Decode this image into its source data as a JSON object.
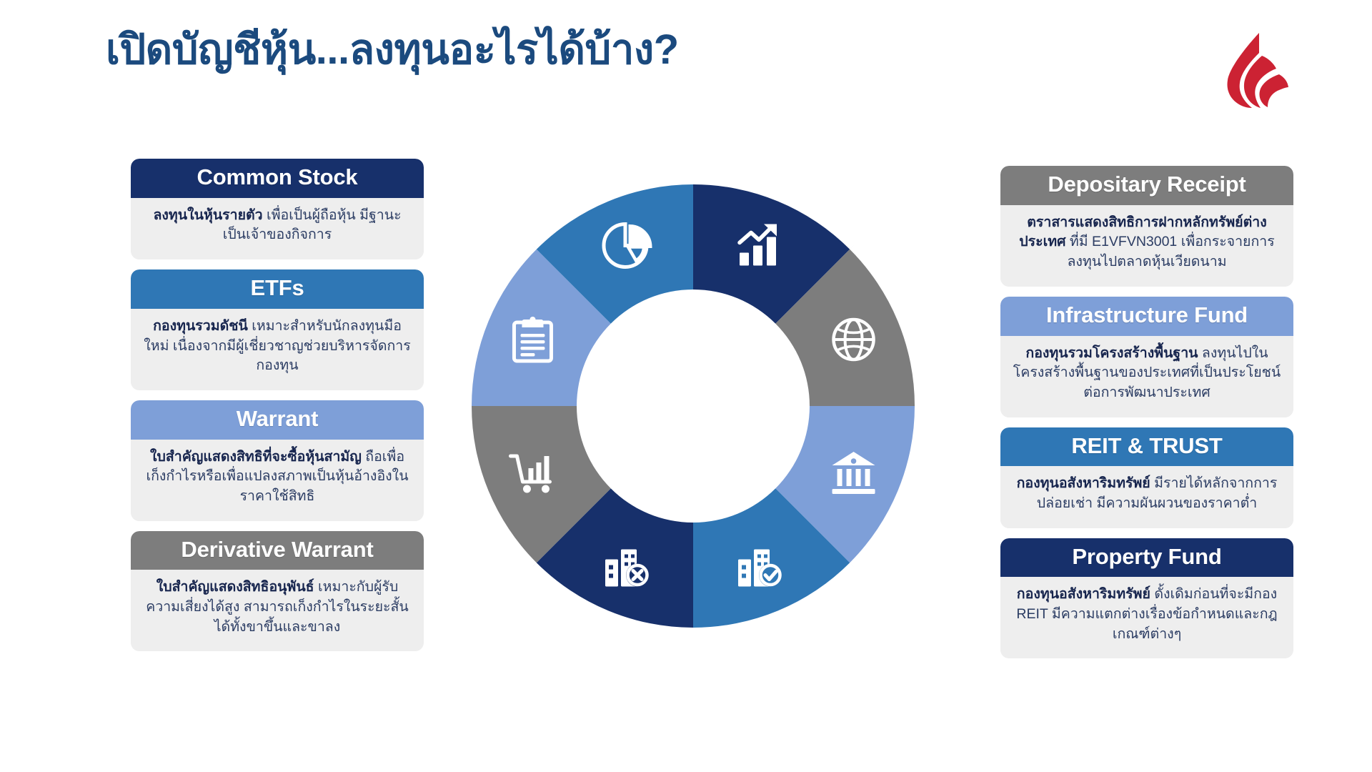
{
  "page_title": "เปิดบัญชีหุ้น...ลงทุนอะไรได้บ้าง?",
  "logo": {
    "name": "red-flame-droplet-logo",
    "color": "#cc2233"
  },
  "colors": {
    "navy": "#17306b",
    "blue": "#2f77b5",
    "light_blue": "#7e9fd8",
    "gray": "#7d7d7d",
    "card_body_bg": "#eeeeee",
    "title_color": "#1b4a7e",
    "body_text": "#1b2f5e"
  },
  "left_cards": [
    {
      "title": "Common Stock",
      "head_color": "#17306b",
      "bold": "ลงทุนในหุ้นรายตัว",
      "rest": " เพื่อเป็นผู้ถือหุ้น มีฐานะเป็นเจ้าของกิจการ"
    },
    {
      "title": "ETFs",
      "head_color": "#2f77b5",
      "bold": "กองทุนรวมดัชนี",
      "rest": " เหมาะสำหรับนักลงทุนมือใหม่ เนื่องจากมีผู้เชี่ยวชาญช่วยบริหารจัดการกองทุน"
    },
    {
      "title": "Warrant",
      "head_color": "#7e9fd8",
      "bold": "ใบสำคัญแสดงสิทธิที่จะซื้อหุ้นสามัญ",
      "rest": " ถือเพื่อเก็งกำไรหรือเพื่อแปลงสภาพเป็นหุ้นอ้างอิงในราคาใช้สิทธิ"
    },
    {
      "title": "Derivative Warrant",
      "head_color": "#7d7d7d",
      "bold": "ใบสำคัญแสดงสิทธิอนุพันธ์",
      "rest": " เหมาะกับผู้รับความเสี่ยงได้สูง สามารถเก็งกำไรในระยะสั้นได้ทั้งขาขึ้นและขาลง"
    }
  ],
  "right_cards": [
    {
      "title": "Depositary Receipt",
      "head_color": "#7d7d7d",
      "bold": "ตราสารแสดงสิทธิการฝากหลักทรัพย์ต่างประเทศ",
      "rest": " ที่มี E1VFVN3001 เพื่อกระจายการลงทุนไปตลาดหุ้นเวียดนาม"
    },
    {
      "title": "Infrastructure Fund",
      "head_color": "#7e9fd8",
      "bold": "กองทุนรวมโครงสร้างพื้นฐาน",
      "rest": " ลงทุนไปในโครงสร้างพื้นฐานของประเทศที่เป็นประโยชน์ต่อการพัฒนาประเทศ"
    },
    {
      "title": "REIT & TRUST",
      "head_color": "#2f77b5",
      "bold": "กองทุนอสังหาริมทรัพย์",
      "rest": " มีรายได้หลักจากการปล่อยเช่า มีความผันผวนของราคาต่ำ"
    },
    {
      "title": "Property Fund",
      "head_color": "#17306b",
      "bold": "กองทุนอสังหาริมทรัพย์",
      "rest": " ดั้งเดิมก่อนที่จะมีกอง REIT มีความแตกต่างเรื่องข้อกำหนดและกฎเกณฑ์ต่างๆ"
    }
  ],
  "chart_data": {
    "type": "pie",
    "title": "Investment product wheel",
    "note": "Eight-segment donut ring, equal 45° slices, arrow-notched dividers, white icon in each segment",
    "legend_position": "none",
    "grid": false,
    "inner_radius_ratio": 0.52,
    "categories": [
      "Common Stock",
      "Depositary Receipt",
      "Infrastructure Fund",
      "REIT & TRUST",
      "Property Fund",
      "Derivative Warrant",
      "Warrant",
      "ETFs"
    ],
    "values": [
      12.5,
      12.5,
      12.5,
      12.5,
      12.5,
      12.5,
      12.5,
      12.5
    ],
    "colors": [
      "#17306b",
      "#7d7d7d",
      "#7e9fd8",
      "#2f77b5",
      "#17306b",
      "#7d7d7d",
      "#7e9fd8",
      "#2f77b5"
    ],
    "icons": [
      "bar-chart-growth-icon",
      "globe-icon",
      "bank-columns-icon",
      "building-check-icon",
      "building-cross-icon",
      "shopping-cart-chart-icon",
      "clipboard-document-icon",
      "pie-chart-icon"
    ]
  }
}
